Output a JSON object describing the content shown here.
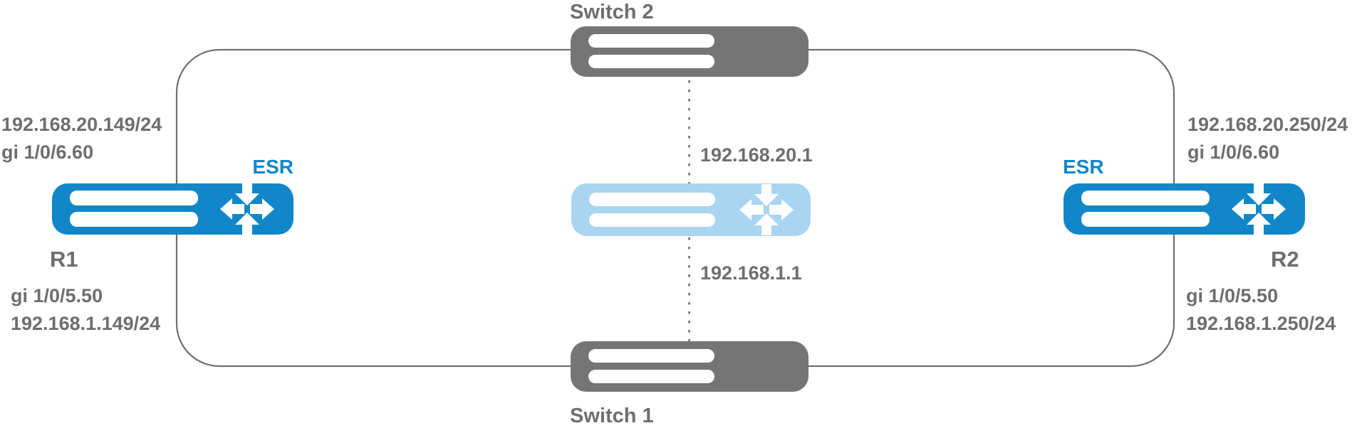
{
  "colors": {
    "router_blue": "#1187C9",
    "virtual_blue": "#A9D5F0",
    "switch_gray": "#757575",
    "line_gray": "#6F6F6F",
    "text_gray": "#6E6E6E",
    "esr_blue": "#1187C9"
  },
  "nodes": {
    "switch2": {
      "label": "Switch 2"
    },
    "switch1": {
      "label": "Switch 1"
    },
    "r1": {
      "name": "R1",
      "type_label": "ESR",
      "top_ip": "192.168.20.149/24",
      "top_interface": "gi 1/0/6.60",
      "bottom_interface": "gi 1/0/5.50",
      "bottom_ip": "192.168.1.149/24"
    },
    "r2": {
      "name": "R2",
      "type_label": "ESR",
      "top_ip": "192.168.20.250/24",
      "top_interface": "gi 1/0/6.60",
      "bottom_interface": "gi 1/0/5.50",
      "bottom_ip": "192.168.1.250/24"
    },
    "virtual_router": {
      "top_virtual_ip": "192.168.20.1",
      "bottom_virtual_ip": "192.168.1.1"
    }
  }
}
